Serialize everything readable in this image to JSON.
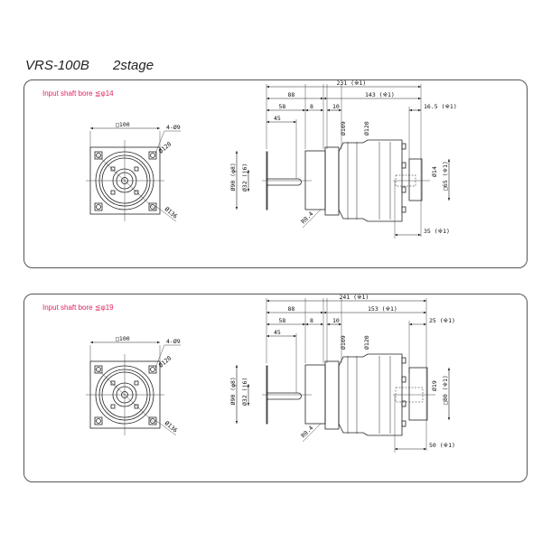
{
  "title": {
    "model": "VRS-100B",
    "stage": "2stage"
  },
  "panels": [
    {
      "note": "Input shaft bore  ≦φ14",
      "front": {
        "square": "□100",
        "holes": "4-Ø9",
        "pcd": "Ø120",
        "outer": "Ø136"
      },
      "side": {
        "overall": "231 (※1)",
        "d88": "88",
        "body": "143 (※1)",
        "d58": "58",
        "d8": "8",
        "d10": "10",
        "d45": "45",
        "out_len": "16.5 (※1)",
        "d109": "Ø109",
        "d120": "Ø120",
        "motor": "Ø90 (φ8)",
        "pilot": "Ø32 (j6)",
        "bore": "Ø14",
        "flange": "□65 (※1)",
        "depth": "35 (※1)",
        "radius": "R0.4"
      }
    },
    {
      "note": "Input shaft bore  ≦φ19",
      "front": {
        "square": "□100",
        "holes": "4-Ø9",
        "pcd": "Ø120",
        "outer": "Ø136"
      },
      "side": {
        "overall": "241 (※1)",
        "d88": "88",
        "body": "153 (※1)",
        "d58": "58",
        "d8": "8",
        "d10": "10",
        "d45": "45",
        "out_len": "25 (※1)",
        "d109": "Ø109",
        "d120": "Ø120",
        "motor": "Ø90 (φ8)",
        "pilot": "Ø32 (j6)",
        "bore": "Ø19",
        "flange": "□80 (※1)",
        "depth": "50 (※1)",
        "radius": "R0.4"
      }
    }
  ]
}
